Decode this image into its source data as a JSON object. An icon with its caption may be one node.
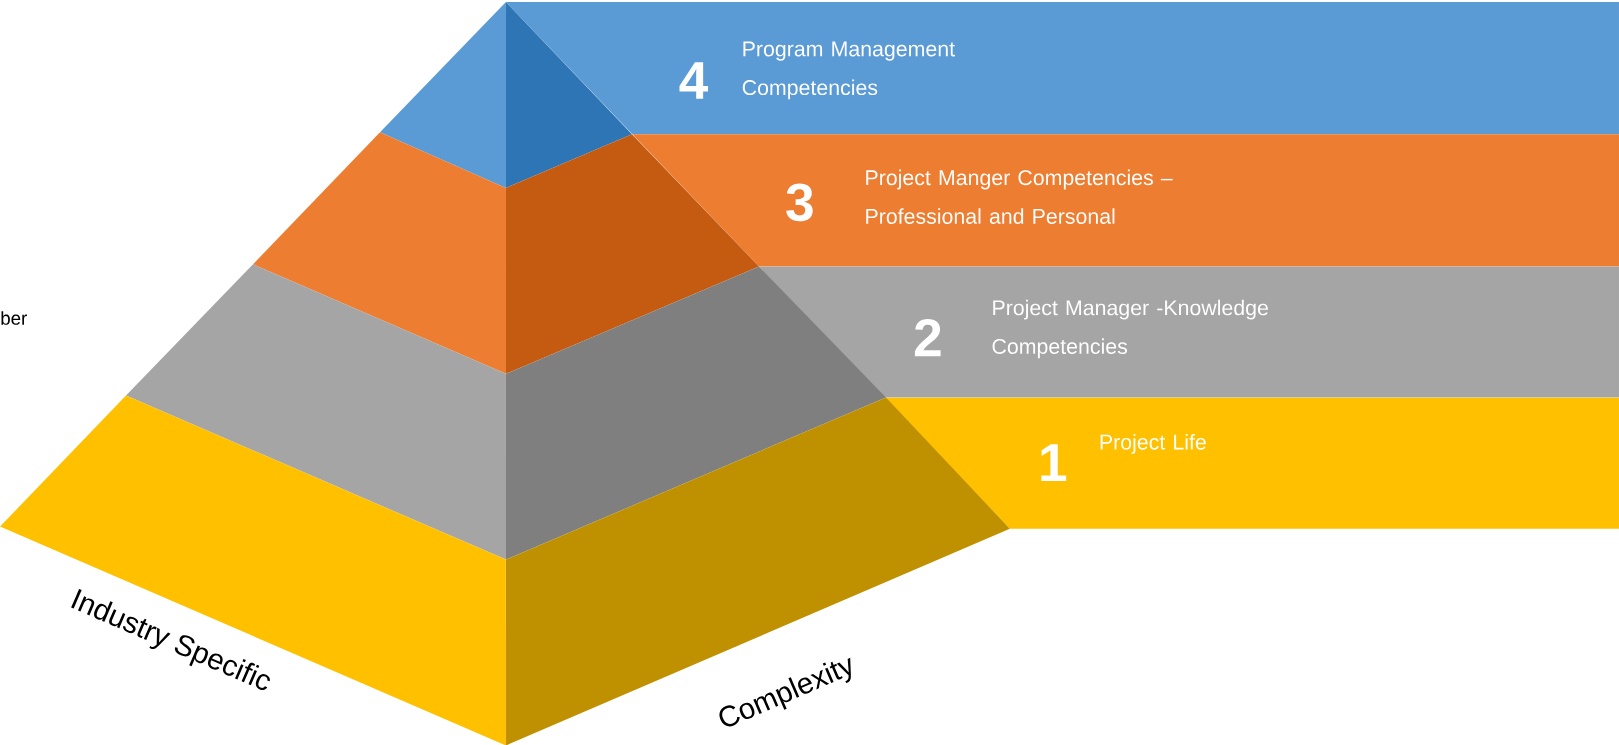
{
  "diagram": {
    "nodes": [
      {
        "text": [
          "4",
          "Program Management Competencies"
        ]
      },
      {
        "text": [
          "3",
          "Project Manger Competencies – Professional and Personal"
        ]
      },
      {
        "text": [
          "2",
          "Project Manager -Knowledge Competencies"
        ]
      },
      {
        "text": [
          "1",
          "Project Life"
        ]
      }
    ],
    "labels": [
      "ber",
      "Industry Specific",
      "Complexity"
    ]
  }
}
